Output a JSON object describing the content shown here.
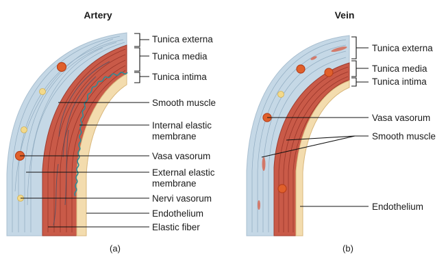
{
  "artery": {
    "title": "Artery",
    "caption": "(a)",
    "labels": {
      "tunica_externa": "Tunica externa",
      "tunica_media": "Tunica media",
      "tunica_intima": "Tunica intima",
      "smooth_muscle": "Smooth muscle",
      "internal_elastic_1": "Internal elastic",
      "internal_elastic_2": "membrane",
      "vasa_vasorum": "Vasa vasorum",
      "external_elastic_1": "External elastic",
      "external_elastic_2": "membrane",
      "nervi_vasorum": "Nervi vasorum",
      "endothelium": "Endothelium",
      "elastic_fiber": "Elastic fiber"
    }
  },
  "vein": {
    "title": "Vein",
    "caption": "(b)",
    "labels": {
      "tunica_externa": "Tunica externa",
      "tunica_media": "Tunica media",
      "tunica_intima": "Tunica intima",
      "vasa_vasorum": "Vasa vasorum",
      "smooth_muscle": "Smooth muscle",
      "endothelium": "Endothelium"
    }
  },
  "colors": {
    "externa": "#c5d8e6",
    "externa_fiber": "#7f9db4",
    "media": "#c95a48",
    "media_fiber": "#8e2d22",
    "intima": "#f3dcae",
    "vessel_dot": "#e0602b",
    "nerve_dot": "#f3d98a",
    "wavy": "#2f8a95"
  }
}
